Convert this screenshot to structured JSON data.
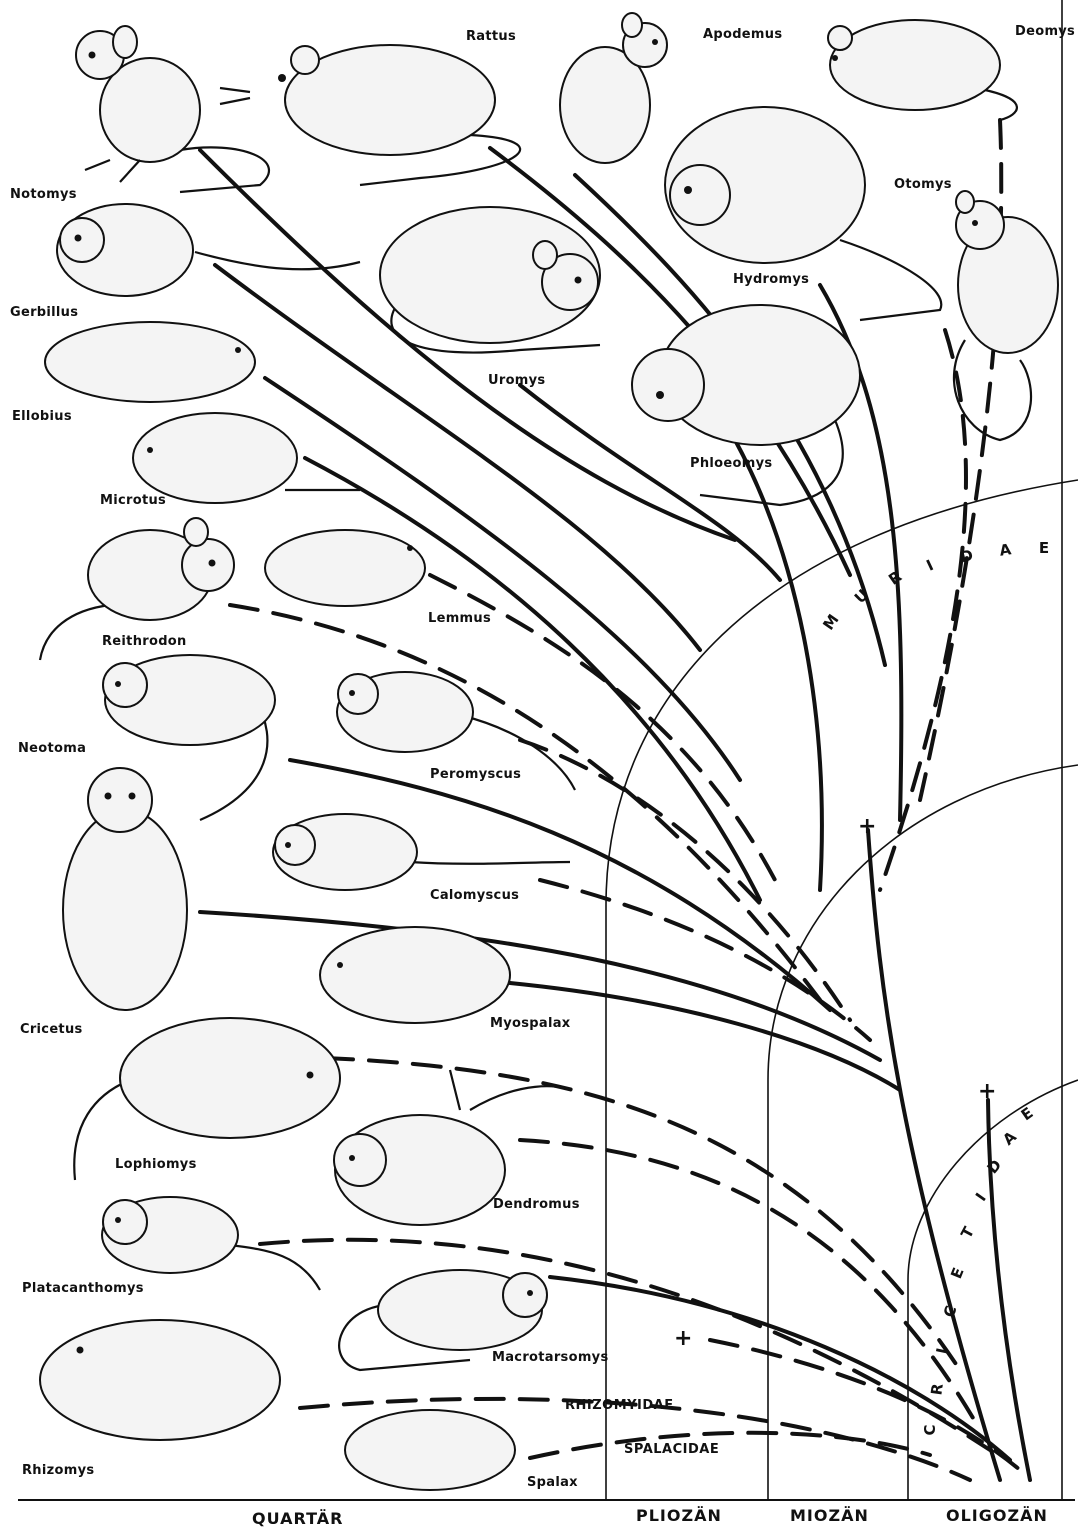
{
  "genera": [
    {
      "key": "notomys",
      "label": "Notomys"
    },
    {
      "key": "rattus",
      "label": "Rattus"
    },
    {
      "key": "apodemus",
      "label": "Apodemus"
    },
    {
      "key": "deomys",
      "label": "Deomys"
    },
    {
      "key": "otomys",
      "label": "Otomys"
    },
    {
      "key": "gerbillus",
      "label": "Gerbillus"
    },
    {
      "key": "hydromys",
      "label": "Hydromys"
    },
    {
      "key": "uromys",
      "label": "Uromys"
    },
    {
      "key": "ellobius",
      "label": "Ellobius"
    },
    {
      "key": "phloeomys",
      "label": "Phloeomys"
    },
    {
      "key": "microtus",
      "label": "Microtus"
    },
    {
      "key": "reithrodon",
      "label": "Reithrodon"
    },
    {
      "key": "lemmus",
      "label": "Lemmus"
    },
    {
      "key": "neotoma",
      "label": "Neotoma"
    },
    {
      "key": "peromyscus",
      "label": "Peromyscus"
    },
    {
      "key": "calomyscus",
      "label": "Calomyscus"
    },
    {
      "key": "cricetus",
      "label": "Cricetus"
    },
    {
      "key": "myospalax",
      "label": "Myospalax"
    },
    {
      "key": "lophiomys",
      "label": "Lophiomys"
    },
    {
      "key": "dendromus",
      "label": "Dendromus"
    },
    {
      "key": "platacanthomys",
      "label": "Platacanthomys"
    },
    {
      "key": "macrotarsomys",
      "label": "Macrotarsomys"
    },
    {
      "key": "rhizomys",
      "label": "Rhizomys"
    },
    {
      "key": "spalax",
      "label": "Spalax"
    }
  ],
  "families": {
    "muridae": "MURIDAE",
    "cricetidae": "CRICETIDAE",
    "rhizomyidae": "RHIZOMYIDAE",
    "spalacidae": "SPALACIDAE"
  },
  "epochs": {
    "quartaer": "QUARTÄR",
    "pliozaen": "PLIOZÄN",
    "miozaen": "MIOZÄN",
    "oligozaen": "OLIGOZÄN"
  },
  "extinction_mark": "+"
}
